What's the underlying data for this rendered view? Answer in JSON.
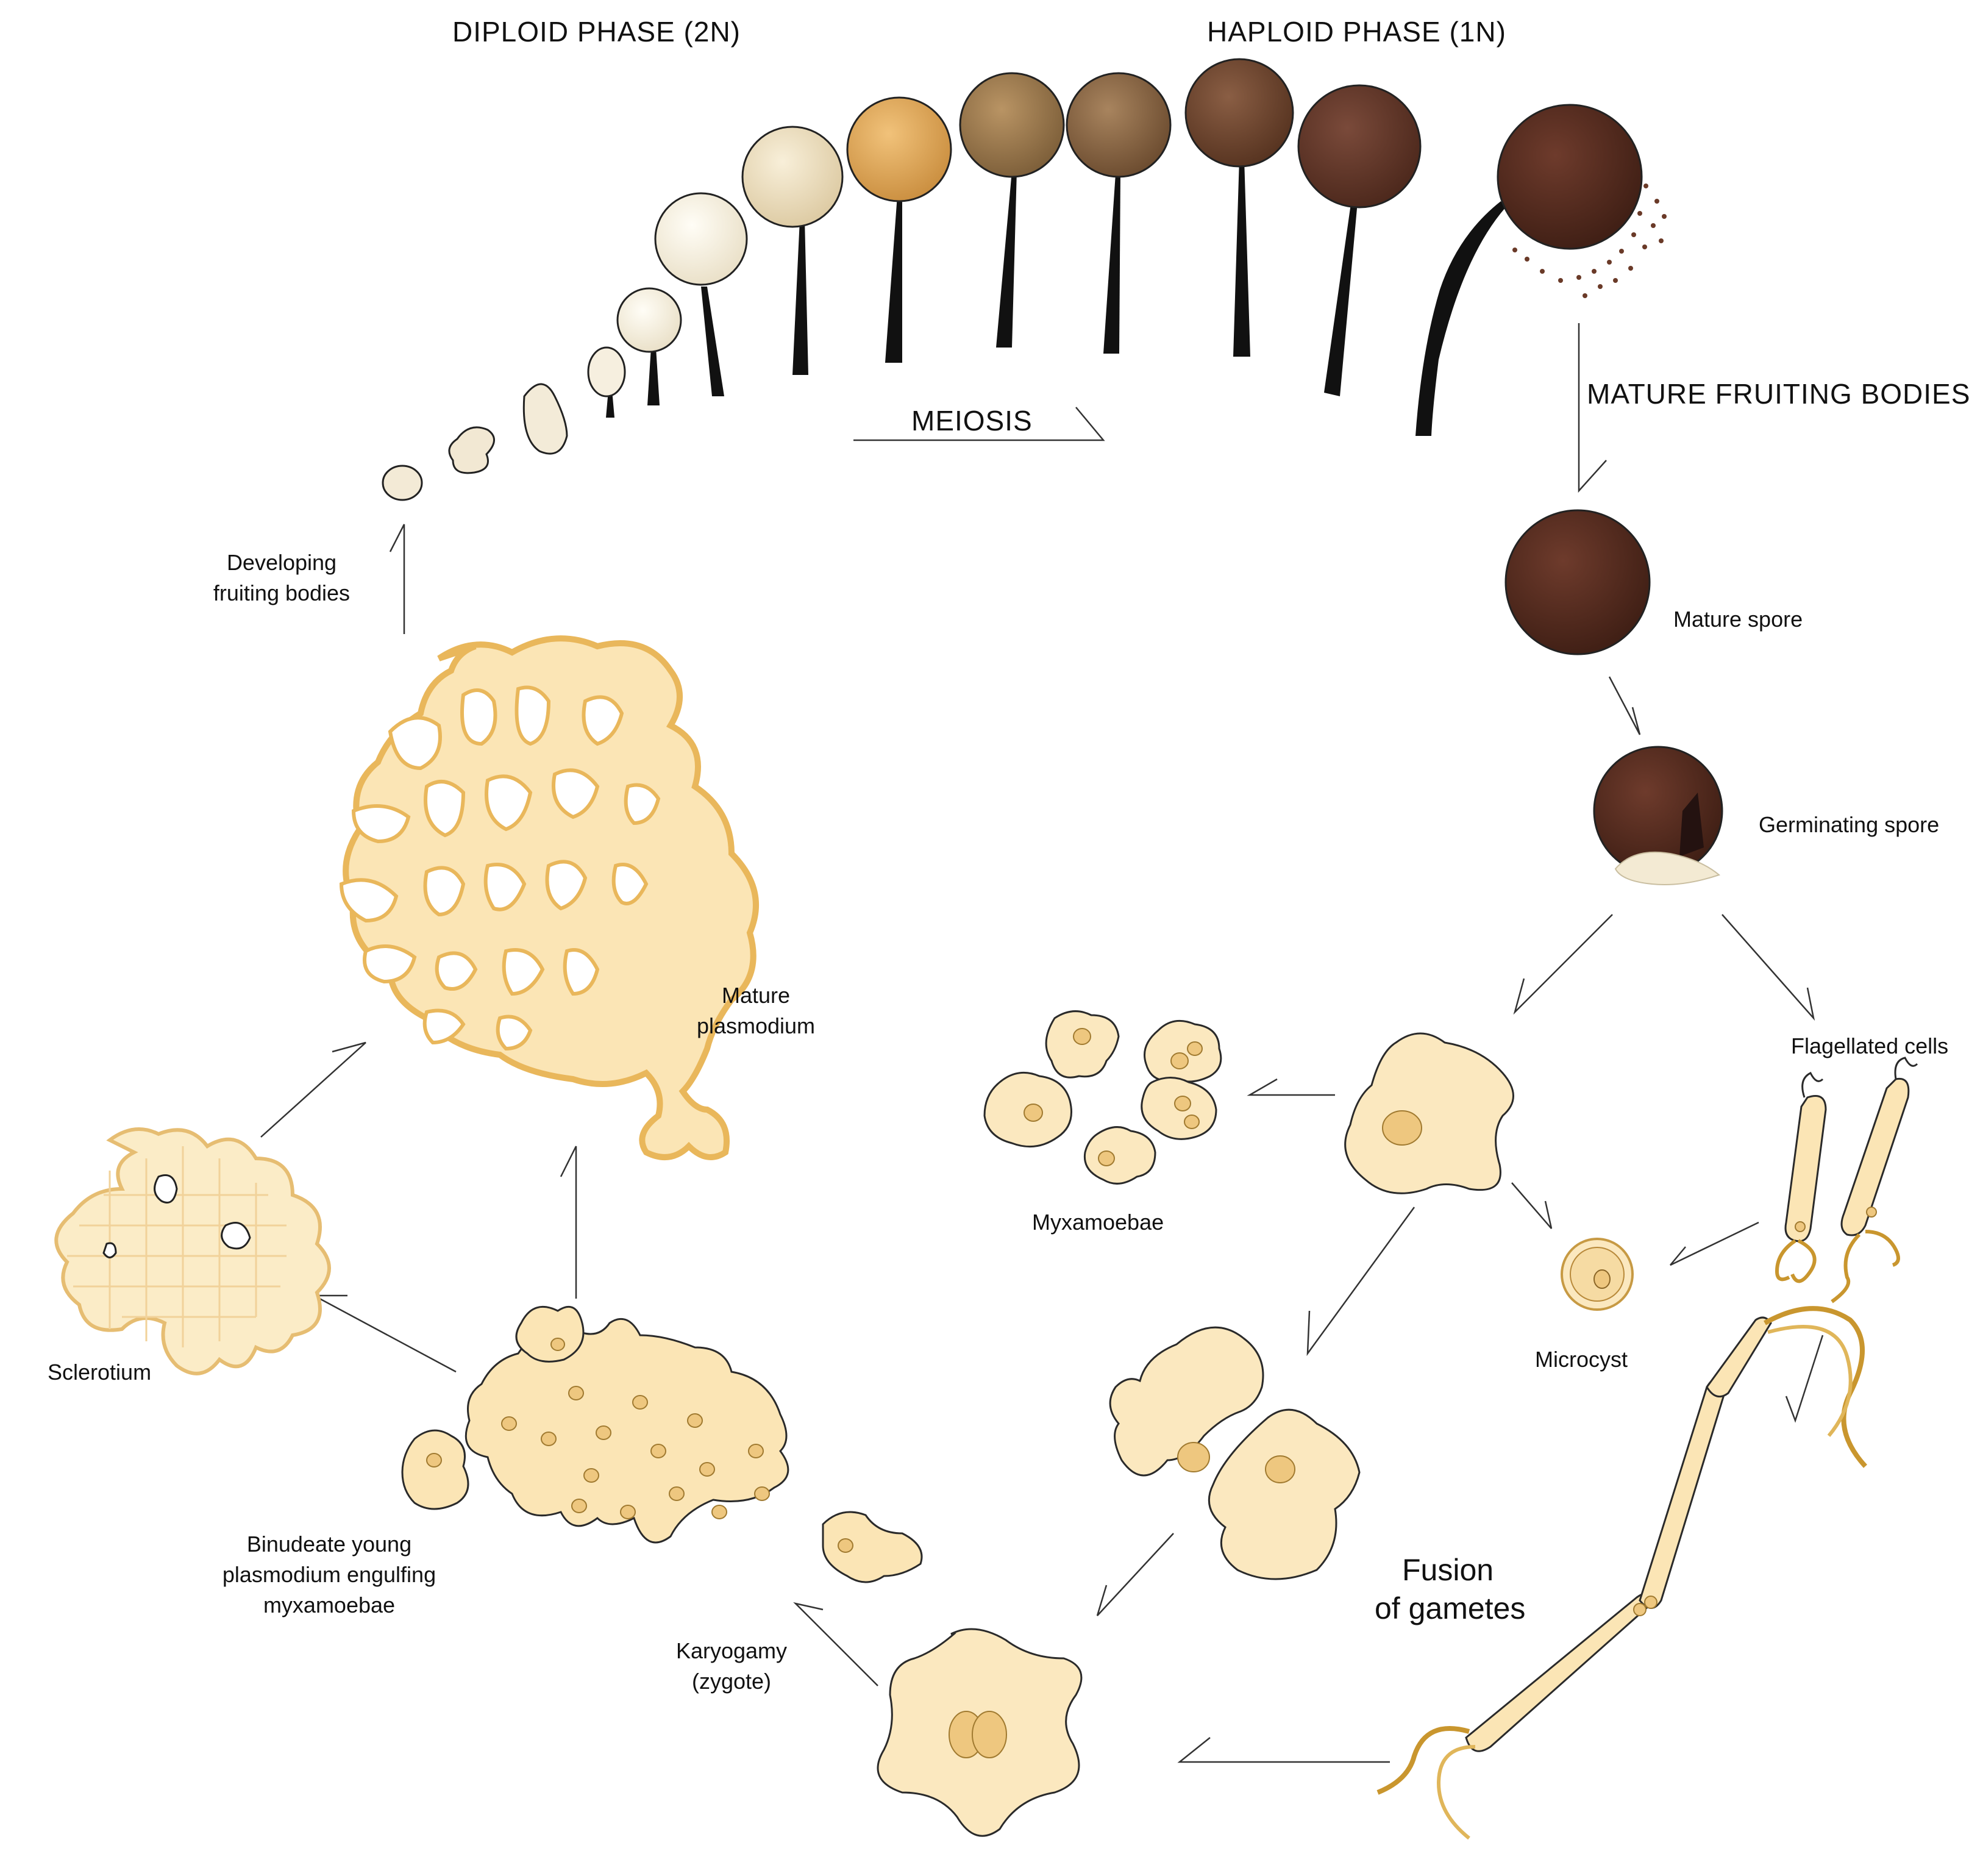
{
  "headers": {
    "diploid": "DIPLOID PHASE (2N)",
    "haploid": "HAPLOID PHASE (1N)",
    "meiosis": "MEIOSIS",
    "mature_fruiting_bodies": "MATURE FRUITING BODIES"
  },
  "stages": {
    "developing_line1": "Developing",
    "developing_line2": "fruiting bodies",
    "mature_spore": "Mature spore",
    "germinating_spore": "Germinating spore",
    "flagellated_cells": "Flagellated cells",
    "myxamoebae": "Myxamoebae",
    "microcyst": "Microcyst",
    "fusion_line1": "Fusion",
    "fusion_line2": "of gametes",
    "karyogamy_line1": "Karyogamy",
    "karyogamy_line2": "(zygote)",
    "binucleate_line1": "Binudeate young",
    "binucleate_line2": "plasmodium engulfing",
    "binucleate_line3": "myxamoebae",
    "sclerotium": "Sclerotium",
    "mature_plasmodium_line1": "Mature",
    "mature_plasmodium_line2": "plasmodium"
  },
  "colors": {
    "spore_early": "#f3ead6",
    "spore_mid": "#d9a55e",
    "spore_late": "#5a2b1f",
    "plasmodium_fill": "#fbe5b5",
    "plasmodium_edge": "#e9b75b",
    "cell_fill": "#fbe8bf"
  }
}
